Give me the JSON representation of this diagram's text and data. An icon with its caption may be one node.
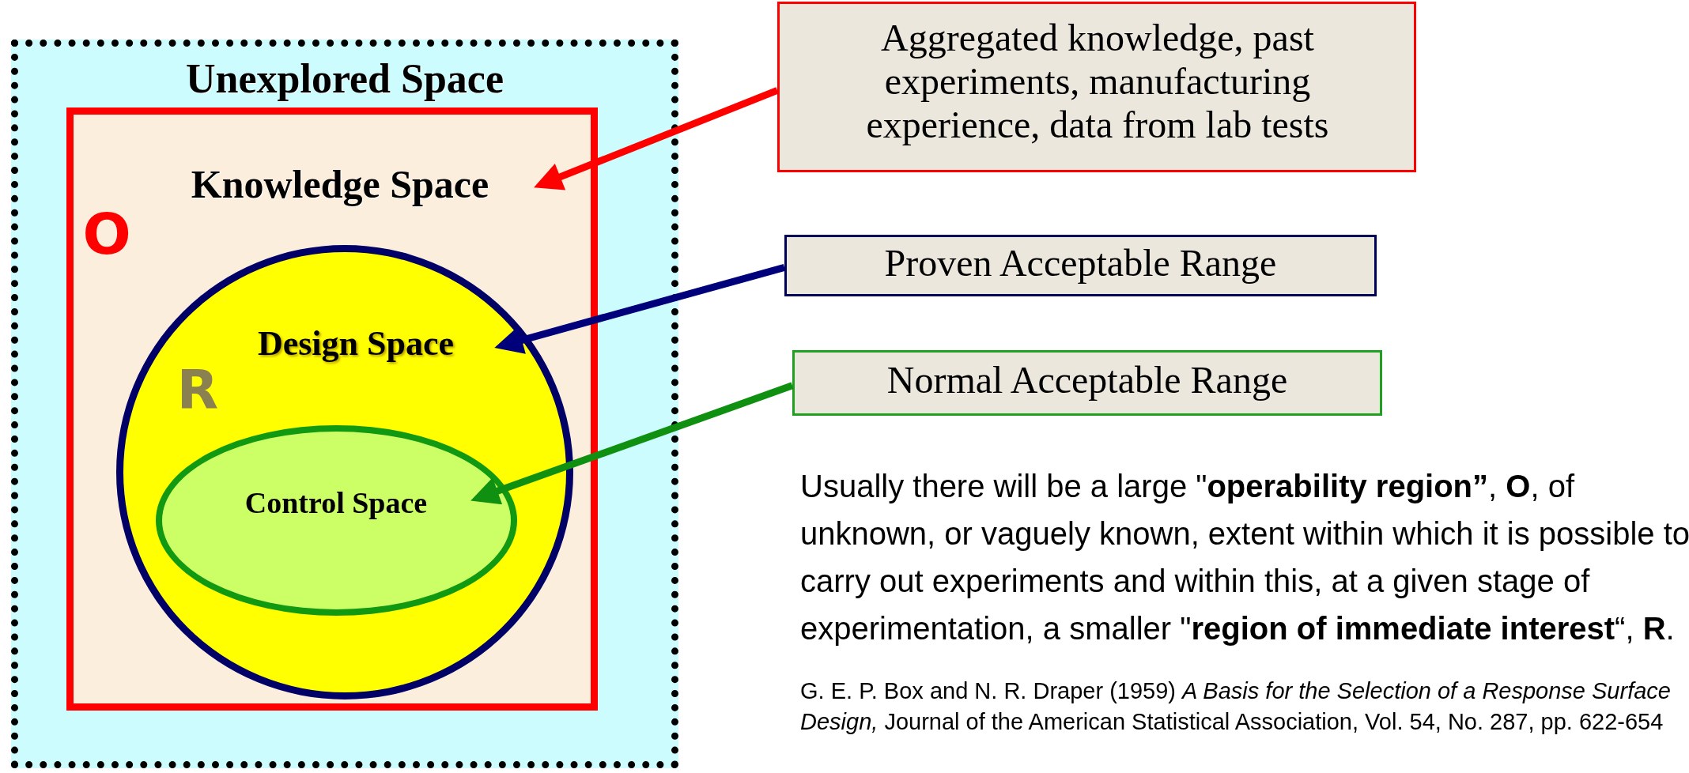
{
  "diagram": {
    "nodes": [
      {
        "text": [
          "Unexplored Space"
        ]
      },
      {
        "text": [
          "Knowledge Space",
          "O"
        ],
        "in": 0
      },
      {
        "text": [
          "Design Space",
          "R"
        ],
        "in": 1
      },
      {
        "text": [
          "Control Space"
        ],
        "in": 2
      },
      {
        "text": [
          "Aggregated knowledge, past experiments, manufacturing experience, data from lab tests"
        ]
      },
      {
        "text": [
          "Proven Acceptable Range"
        ]
      },
      {
        "text": [
          "Normal Acceptable Range"
        ]
      }
    ],
    "edges": [
      {
        "from": 4,
        "to": 1,
        "arrow": "to",
        "color": "#ff0000"
      },
      {
        "from": 5,
        "to": 2,
        "arrow": "to",
        "color": "#00007a"
      },
      {
        "from": 6,
        "to": 3,
        "arrow": "to",
        "color": "#109010"
      }
    ],
    "labels": [
      "Usually there will be a large \"**operability region”**, **O**, of unknown, or vaguely known, extent within which it is possible to carry out experiments and within this, at a given stage of experimentation, a smaller \"**region of immediate interest**“, **R**.",
      "G. E. P. Box and N. R. Draper (1959) *A Basis for the Selection of a Response Surface Design,* Journal of the American Statistical Association, Vol. 54, No. 287, pp. 622-654"
    ]
  }
}
